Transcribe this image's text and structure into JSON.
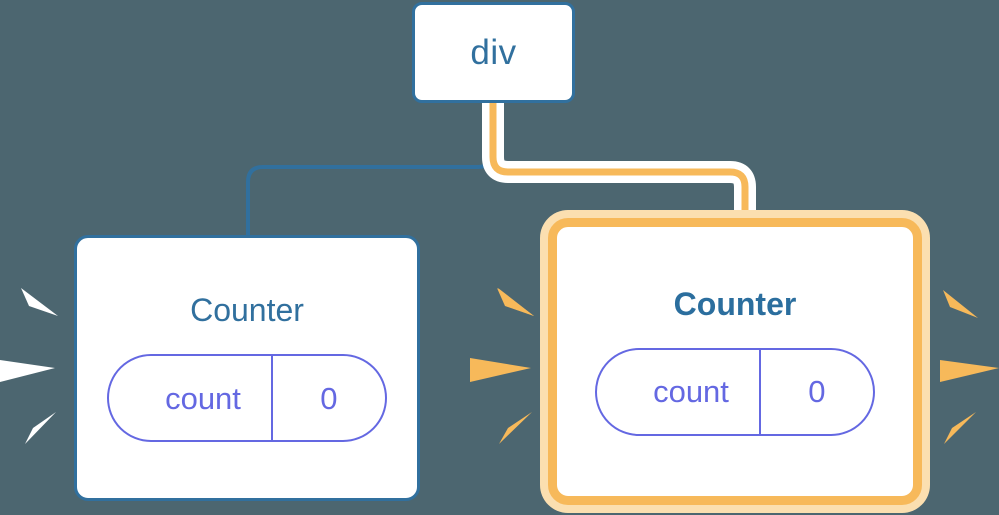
{
  "diagram": {
    "title": "React component tree re-render highlight",
    "type": "component-tree",
    "background_color": "#4c6670"
  },
  "colors": {
    "background": "#4c6670",
    "node_border_blue": "#31709e",
    "node_fill": "#ffffff",
    "title_blue": "#31709e",
    "title_blue_bold": "#2b6e9e",
    "pill_purple": "#6468e2",
    "highlight_orange": "#f7b95a",
    "highlight_orange_halo": "#fbdfb0",
    "spark_white": "#ffffff",
    "spark_orange": "#f7b95a"
  },
  "nodes": {
    "root": {
      "label": "div",
      "highlighted": false
    },
    "left_child": {
      "label": "Counter",
      "highlighted": false,
      "state": {
        "key": "count",
        "value": "0"
      }
    },
    "right_child": {
      "label": "Counter",
      "highlighted": true,
      "state": {
        "key": "count",
        "value": "0"
      }
    }
  },
  "edges": [
    {
      "name": "root-to-left-child",
      "from": "root",
      "to": "left_child",
      "style": "thin-blue",
      "color": "#31709e",
      "highlighted": false
    },
    {
      "name": "root-to-right-child",
      "from": "root",
      "to": "right_child",
      "style": "orange-with-white-halo",
      "color": "#f7b95a",
      "highlighted": true
    }
  ],
  "sparkles": [
    {
      "name": "left-child-left-sparkle",
      "color": "#ffffff",
      "count": 3,
      "side": "left"
    },
    {
      "name": "left-child-right-sparkle",
      "color": "#f7b95a",
      "count": 3,
      "side": "right"
    },
    {
      "name": "right-child-left-sparkle",
      "color": "#f7b95a",
      "count": 3,
      "side": "left"
    },
    {
      "name": "right-child-right-sparkle",
      "color": "#f7b95a",
      "count": 3,
      "side": "right"
    }
  ]
}
